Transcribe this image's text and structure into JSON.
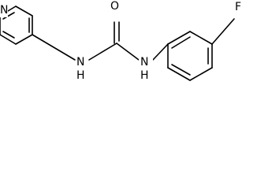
{
  "structure": {
    "atoms": {
      "pyridine_n": "N",
      "amide_n_left": "N",
      "amide_h_left": "H",
      "carbonyl_o": "O",
      "amide_n_right": "N",
      "amide_h_right": "H",
      "fluorine": "F"
    }
  }
}
